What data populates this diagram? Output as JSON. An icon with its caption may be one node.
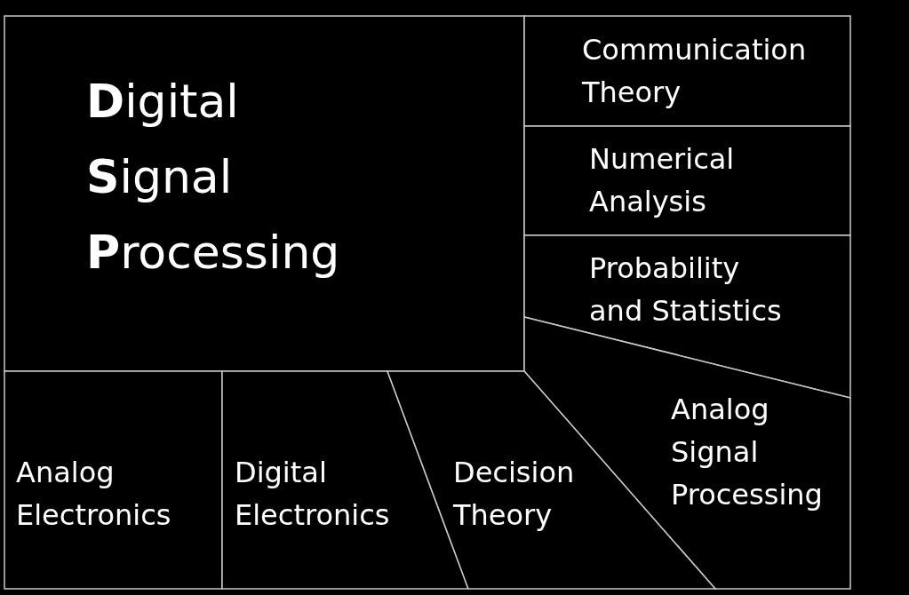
{
  "diagram": {
    "nodes": [
      {
        "text": [
          "**D**igital **S**ignal **P**rocessing"
        ]
      },
      {
        "text": [
          "Communication Theory"
        ]
      },
      {
        "text": [
          "Numerical Analysis"
        ]
      },
      {
        "text": [
          "Probability and Statistics"
        ]
      },
      {
        "text": [
          "Analog Signal Processing"
        ]
      },
      {
        "text": [
          "Analog Electronics"
        ]
      },
      {
        "text": [
          "Digital Electronics"
        ]
      },
      {
        "text": [
          "Decision Theory"
        ]
      }
    ]
  }
}
